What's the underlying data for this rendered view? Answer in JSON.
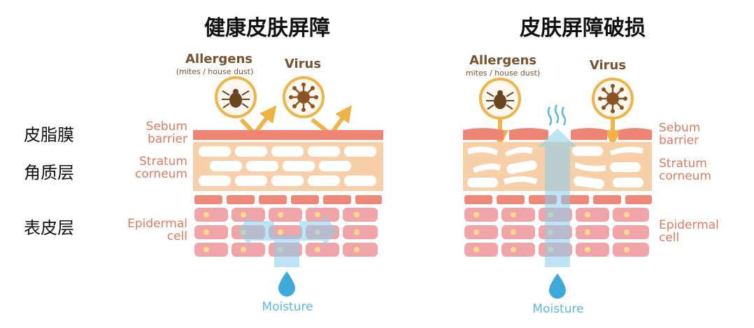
{
  "colors": {
    "label_salmon": "#E07A5F",
    "label_brown": "#7A5230",
    "sebum": "#EE8574",
    "corneum_bg": "#F7CFA8",
    "cell_pink": "#F2A5A8",
    "cell_red": "#EE8878",
    "nucleus": "#F8DC8A",
    "arrow_gold": "#F0B347",
    "moisture_blue": "#5BB9E0",
    "pest_brown": "#6B4420"
  },
  "left_panel": {
    "title": "健康皮肤屏障",
    "allergens_label": "Allergens",
    "allergens_sub": "(mites / house dust)",
    "virus_label": "Virus",
    "moisture_label": "Moisture",
    "sebum_label_line1": "Sebum",
    "sebum_label_line2": "barrier",
    "stratum_label_line1": "Stratum",
    "stratum_label_line2": "corneum",
    "epidermal_label_line1": "Epidermal",
    "epidermal_label_line2": "cell"
  },
  "right_panel": {
    "title": "皮肤屏障破损",
    "allergens_label": "Allergens",
    "allergens_sub": "mites / house dust)",
    "virus_label": "Virus",
    "moisture_label": "Moisture",
    "sebum_label_line1": "Sebum",
    "sebum_label_line2": "barrier",
    "stratum_label_line1": "Stratum",
    "stratum_label_line2": "corneum",
    "epidermal_label_line1": "Epidermal",
    "epidermal_label_line2": "cell"
  },
  "side_labels": {
    "sebum_zh": "皮脂膜",
    "corneum_zh": "角质层",
    "epidermis_zh": "表皮层"
  },
  "icons": {
    "mite": "mite-icon",
    "virus": "virus-icon",
    "droplet": "water-droplet-icon",
    "steam": "evaporation-wave-icon"
  }
}
